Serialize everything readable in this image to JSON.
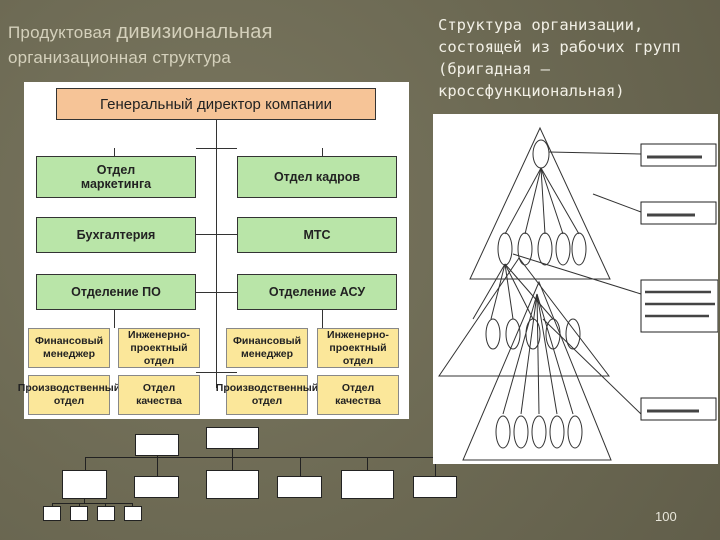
{
  "left_title": {
    "line1_small": "Продуктовая ",
    "line1_big": "дивизиональная",
    "line2": "организационная структура"
  },
  "right_title": "Структура организации, состоящей из рабочих групп (бригадная – кроссфункциональная)",
  "org_chart": {
    "ceo": "Генеральный директор компании",
    "marketing": "Отдел маркетинга",
    "hr": "Отдел кадров",
    "accounting": "Бухгалтерия",
    "mts": "МТС",
    "div_po": "Отделение ПО",
    "div_asu": "Отделение АСУ",
    "po_fin": "Финансовый менеджер",
    "po_eng": "Инженерно-проектный отдел",
    "po_prod": "Производственный отдел",
    "po_qual": "Отдел качества",
    "asu_fin": "Финансовый менеджер",
    "asu_eng": "Инженерно-проектный отдел",
    "asu_prod": "Производственный отдел",
    "asu_qual": "Отдел качества"
  },
  "colors": {
    "orange": "#f6c497",
    "green": "#b9e5a8",
    "yellow": "#fbe79a"
  },
  "page_number": "100"
}
